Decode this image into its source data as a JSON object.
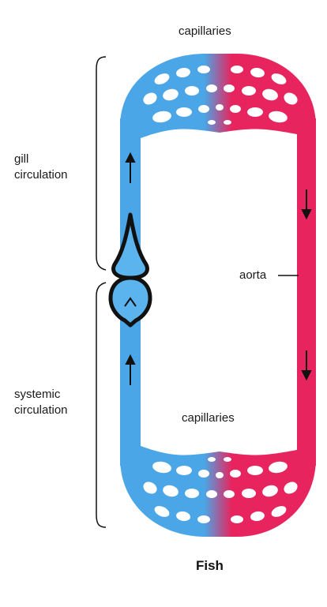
{
  "labels": {
    "capillaries_top": "capillaries",
    "capillaries_bottom": "capillaries",
    "gill_line1": "gill",
    "gill_line2": "circulation",
    "aorta": "aorta",
    "systemic_line1": "systemic",
    "systemic_line2": "circulation"
  },
  "title": "Fish",
  "colors": {
    "deoxygenated": "#4aa6e6",
    "oxygenated": "#e8245e",
    "heart": "#5bb4ee",
    "outline": "#111111"
  }
}
